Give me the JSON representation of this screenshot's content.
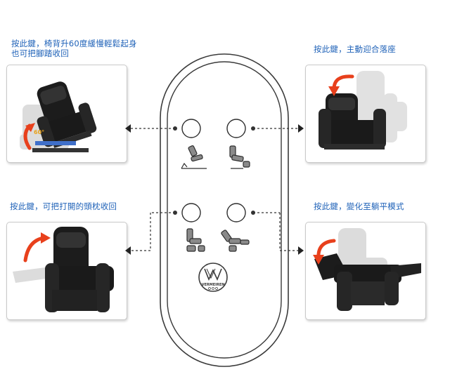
{
  "captions": {
    "top_left_line1": "按此鍵，椅背升60度緩慢輕鬆起身",
    "top_left_line2": "也可把腳踏收回",
    "top_right": "按此鍵，主動迎合落座",
    "bottom_left": "按此鍵，可把打開的頭枕收回",
    "bottom_right": "按此鍵，變化至躺平模式"
  },
  "photo_labels": {
    "lift_angle": "60°"
  },
  "remote": {
    "brand": "VERMEIREN"
  },
  "colors": {
    "caption_text": "#1f62b8",
    "arrow_red": "#e8401c",
    "chair_black": "#1c1c1c",
    "chair_ghost": "#d8d8d8",
    "remote_outline": "#3a3a3a",
    "icon_gray": "#8a8a8a"
  },
  "icons": {
    "remote_button_shape": "circle-outline",
    "connector_end": "triangle-arrow",
    "connector_start": "dot",
    "motion_arrow": "curved-red-arrow"
  }
}
